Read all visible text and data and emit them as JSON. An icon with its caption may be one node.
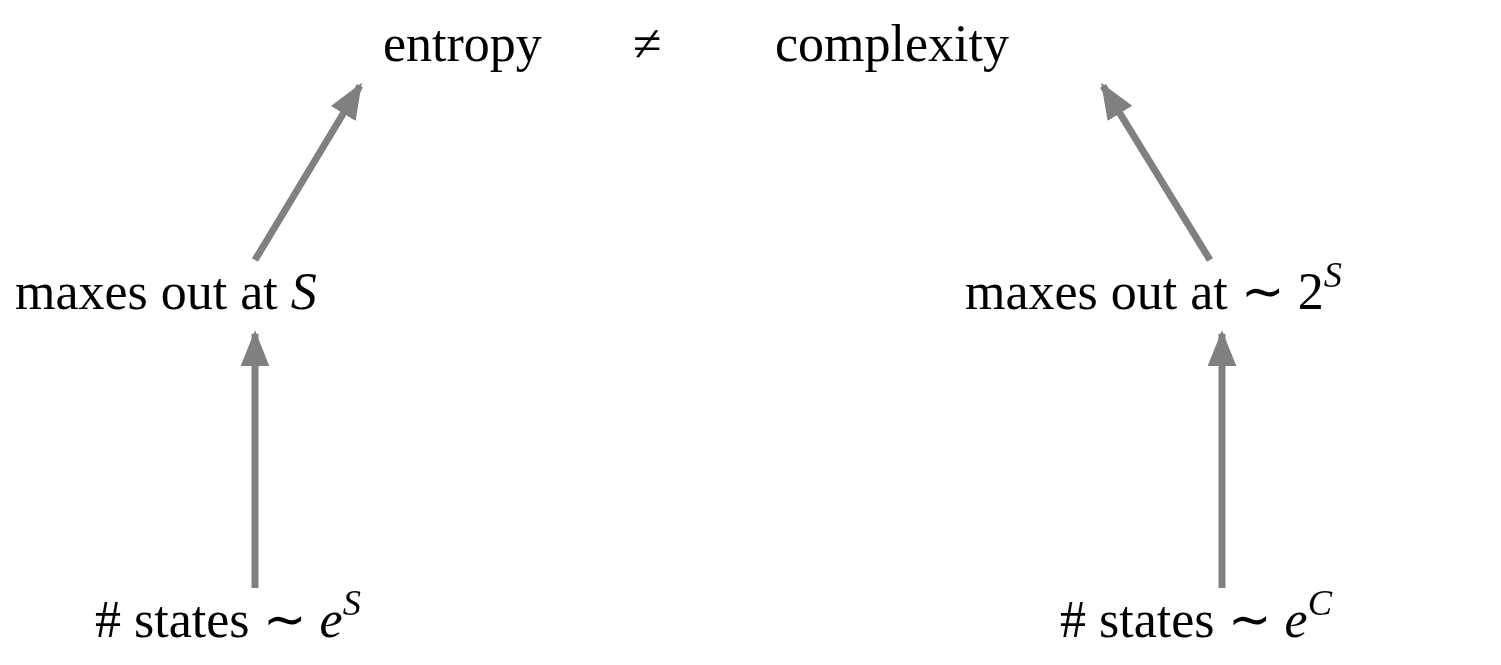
{
  "diagram": {
    "nodes": [
      {
        "text": [
          "entropy"
        ]
      },
      {
        "text": [
          "complexity"
        ]
      },
      {
        "text": [
          "maxes out at *S*"
        ]
      },
      {
        "text": [
          "maxes out at ∼ 2$^{S}$"
        ]
      },
      {
        "text": [
          "# states ∼ *e*$^{S}$"
        ]
      },
      {
        "text": [
          "# states ∼ *e*$^{C}$"
        ]
      }
    ],
    "edges": [
      {
        "from": 4,
        "to": 2,
        "arrow": "to"
      },
      {
        "from": 2,
        "to": 0,
        "arrow": "to"
      },
      {
        "from": 5,
        "to": 3,
        "arrow": "to"
      },
      {
        "from": 3,
        "to": 1,
        "arrow": "to"
      }
    ],
    "labels": [
      "≠"
    ]
  }
}
